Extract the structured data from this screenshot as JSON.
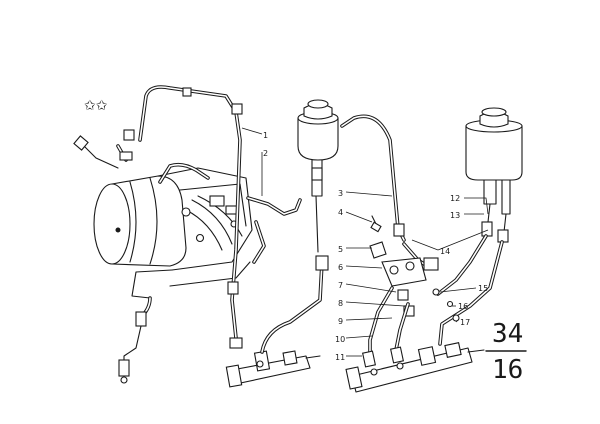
{
  "diagram": {
    "stars": "✩✩",
    "page_number": {
      "top": "34",
      "bottom": "16"
    },
    "callouts": [
      {
        "id": "c1",
        "text": "1"
      },
      {
        "id": "c2",
        "text": "2"
      },
      {
        "id": "c3",
        "text": "3"
      },
      {
        "id": "c4",
        "text": "4"
      },
      {
        "id": "c5",
        "text": "5"
      },
      {
        "id": "c6",
        "text": "6"
      },
      {
        "id": "c7",
        "text": "7"
      },
      {
        "id": "c8",
        "text": "8"
      },
      {
        "id": "c9",
        "text": "9"
      },
      {
        "id": "c10",
        "text": "10"
      },
      {
        "id": "c11",
        "text": "11"
      },
      {
        "id": "c12",
        "text": "12"
      },
      {
        "id": "c13",
        "text": "13"
      },
      {
        "id": "c14",
        "text": "14"
      },
      {
        "id": "c15",
        "text": "15"
      },
      {
        "id": "c16",
        "text": "16"
      },
      {
        "id": "c17",
        "text": "17"
      }
    ]
  }
}
